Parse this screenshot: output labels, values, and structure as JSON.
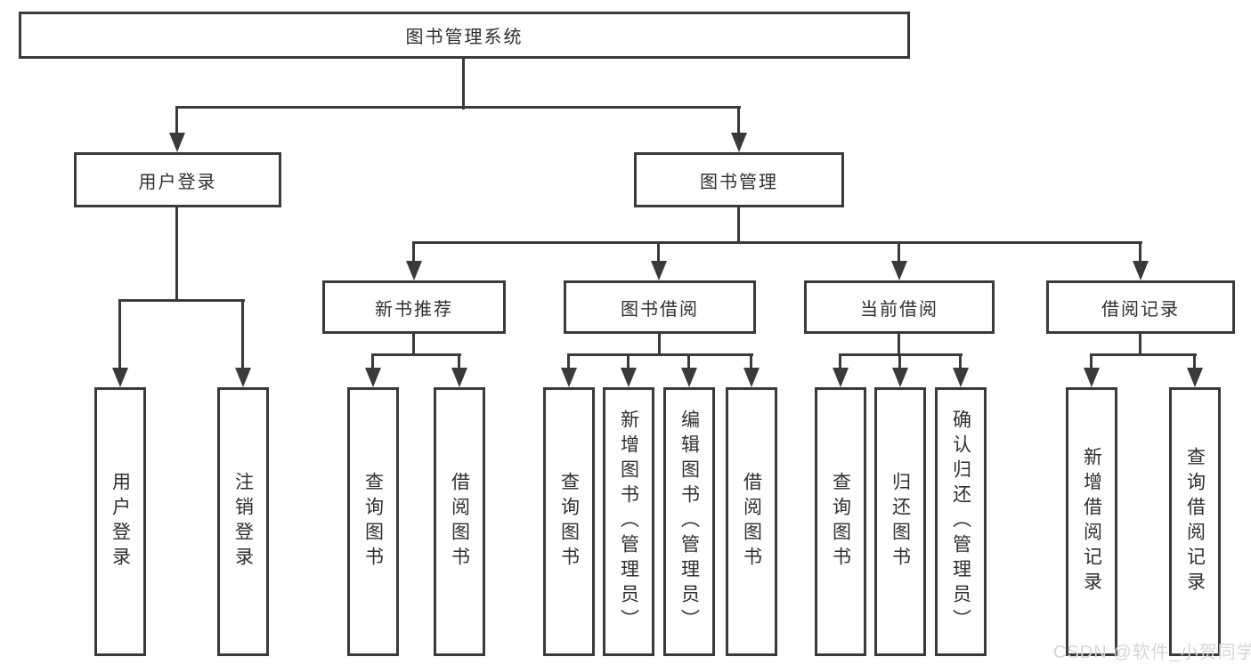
{
  "colors": {
    "line": "#3a3a3a",
    "node_border": "#3a3a3a",
    "node_text": "#2f2f2f",
    "watermark_text": "#d6d6d6",
    "background": "#ffffff"
  },
  "tree": {
    "root": {
      "label": "图书管理系统"
    },
    "level2": [
      {
        "label": "用户登录"
      },
      {
        "label": "图书管理"
      }
    ],
    "level3": [
      {
        "label": "新书推荐"
      },
      {
        "label": "图书借阅"
      },
      {
        "label": "当前借阅"
      },
      {
        "label": "借阅记录"
      }
    ],
    "leaves": {
      "user_login": [
        {
          "label": "用户登录"
        },
        {
          "label": "注销登录"
        }
      ],
      "new_books": [
        {
          "label": "查询图书"
        },
        {
          "label": "借阅图书"
        }
      ],
      "book_borrow": [
        {
          "label": "查询图书"
        },
        {
          "label": "新增图书（管理员）"
        },
        {
          "label": "编辑图书（管理员）"
        },
        {
          "label": "借阅图书"
        }
      ],
      "current_borrow": [
        {
          "label": "查询图书"
        },
        {
          "label": "归还图书"
        },
        {
          "label": "确认归还（管理员）"
        }
      ],
      "borrow_records": [
        {
          "label": "新增借阅记录"
        },
        {
          "label": "查询借阅记录"
        }
      ]
    }
  },
  "watermark": {
    "text": "CSDN @软件_小贺同学"
  }
}
